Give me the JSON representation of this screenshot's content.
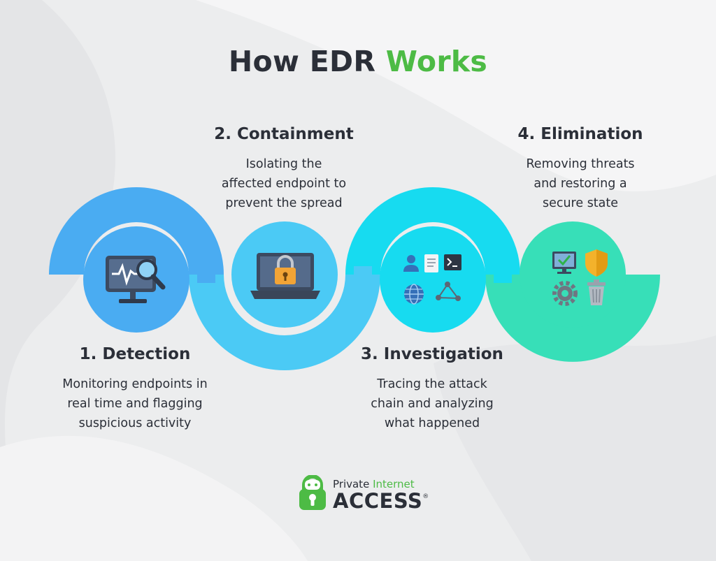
{
  "title": {
    "main": "How EDR ",
    "accent": "Works"
  },
  "steps": [
    {
      "heading": "1. Detection",
      "lines": [
        "Monitoring endpoints in",
        "real time and flagging",
        "suspicious activity"
      ],
      "color": "#4aacf2",
      "icon": "monitor-activity-magnifier-icon"
    },
    {
      "heading": "2. Containment",
      "lines": [
        "Isolating the",
        "affected endpoint to",
        "prevent the spread"
      ],
      "color": "#4bcaf5",
      "icon": "laptop-padlock-icon"
    },
    {
      "heading": "3. Investigation",
      "lines": [
        "Tracing the attack",
        "chain and analyzing",
        "what happened"
      ],
      "color": "#17dbf0",
      "icon": "investigation-tools-icon"
    },
    {
      "heading": "4. Elimination",
      "lines": [
        "Removing threats",
        "and restoring a",
        "secure state"
      ],
      "color": "#37dfb8",
      "icon": "remediation-tools-icon"
    }
  ],
  "brand": {
    "line1_a": "Private ",
    "line1_b": "Internet",
    "line2": "ACCESS",
    "mark": "®",
    "logo_icon": "padlock-robot-logo-icon",
    "color": "#4dbb45"
  }
}
